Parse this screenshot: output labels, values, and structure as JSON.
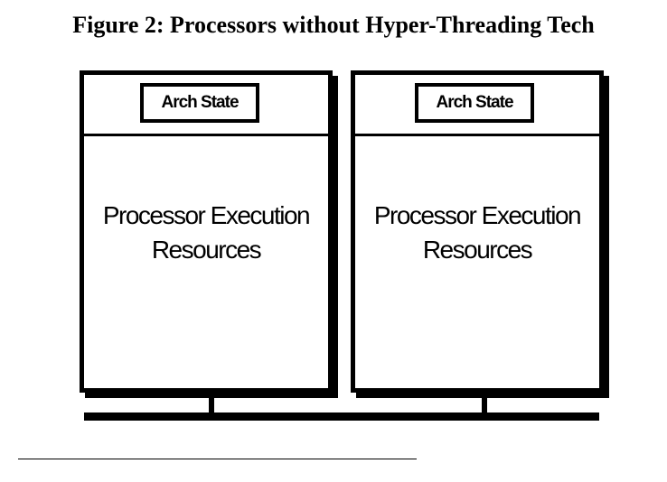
{
  "figure": {
    "title": "Figure 2: Processors without Hyper-Threading Tech"
  },
  "processors": [
    {
      "arch_state_label": "Arch State",
      "execution_line1": "Processor Execution",
      "execution_line2": "Resources"
    },
    {
      "arch_state_label": "Arch State",
      "execution_line1": "Processor Execution",
      "execution_line2": "Resources"
    }
  ]
}
